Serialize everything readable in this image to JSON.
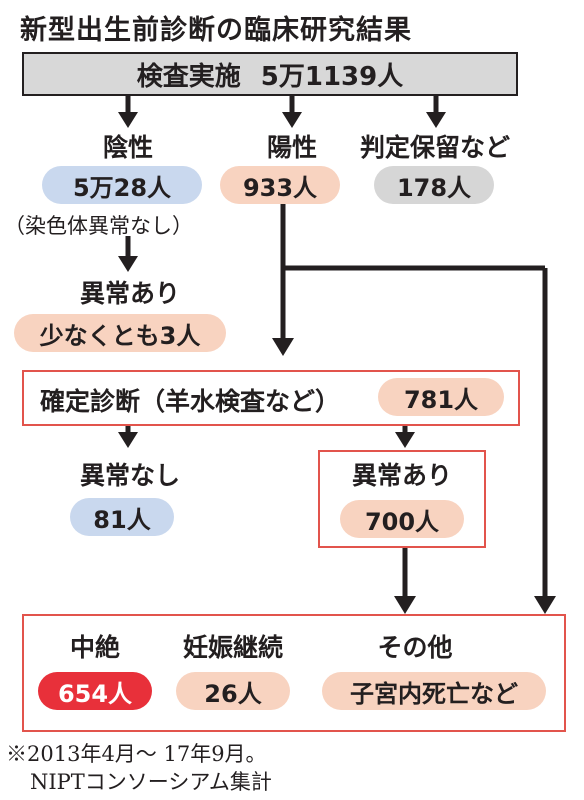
{
  "title": "新型出生前診断の臨床研究結果",
  "top": {
    "label": "検査実施",
    "value": "5万1139人"
  },
  "negative": {
    "label": "陰性",
    "value": "5万28人",
    "note": "（染色体異常なし）"
  },
  "positive": {
    "label": "陽性",
    "value": "933人"
  },
  "pending": {
    "label": "判定保留など",
    "value": "178人"
  },
  "false_negative": {
    "label": "異常あり",
    "value": "少なくとも3人"
  },
  "confirm": {
    "label": "確定診断（羊水検査など）",
    "value": "781人"
  },
  "no_abnormal": {
    "label": "異常なし",
    "value": "81人"
  },
  "abnormal": {
    "label": "異常あり",
    "value": "700人"
  },
  "outcomes": {
    "abortion": {
      "label": "中絶",
      "value": "654人"
    },
    "continue": {
      "label": "妊娠継続",
      "value": "26人"
    },
    "other": {
      "label": "その他",
      "value": "子宮内死亡など"
    }
  },
  "footnote": {
    "line1": "※2013年4月～ 17年9月。",
    "line2": "NIPTコンソーシアム集計"
  },
  "colors": {
    "frame": "#e2544c",
    "arrow": "#231f20",
    "negative_pill": "#c9d8ee",
    "positive_pill": "#f8d3c0",
    "grey_pill": "#d6d6d6",
    "red_pill": "#e8303a"
  }
}
